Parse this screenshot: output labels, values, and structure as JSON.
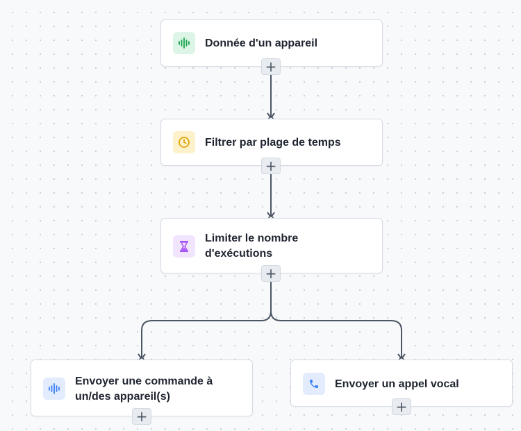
{
  "nodes": {
    "device_data": {
      "label": "Donnée d'un appareil",
      "icon": "soundwave-icon",
      "icon_color": "#16a34a",
      "icon_bg": "#dcf5e6"
    },
    "time_filter": {
      "label": "Filtrer par plage de temps",
      "icon": "clock-icon",
      "icon_color": "#e0a100",
      "icon_bg": "#fdf1cc"
    },
    "limit_runs": {
      "label_line1": "Limiter le nombre",
      "label_line2": "d'exécutions",
      "icon": "hourglass-icon",
      "icon_color": "#a855f7",
      "icon_bg": "#f1e4fe"
    },
    "send_command": {
      "label_line1": "Envoyer une commande à",
      "label_line2": "un/des appareil(s)",
      "icon": "soundwave-icon",
      "icon_color": "#3b82f6",
      "icon_bg": "#e3ecfd"
    },
    "voice_call": {
      "label": "Envoyer un appel vocal",
      "icon": "phone-icon",
      "icon_color": "#3b82f6",
      "icon_bg": "#e3ecfd"
    }
  },
  "add_button_label": "+",
  "colors": {
    "connector": "#4b5563",
    "canvas": "#f8f9fb",
    "node_border": "#d6dbe3"
  }
}
